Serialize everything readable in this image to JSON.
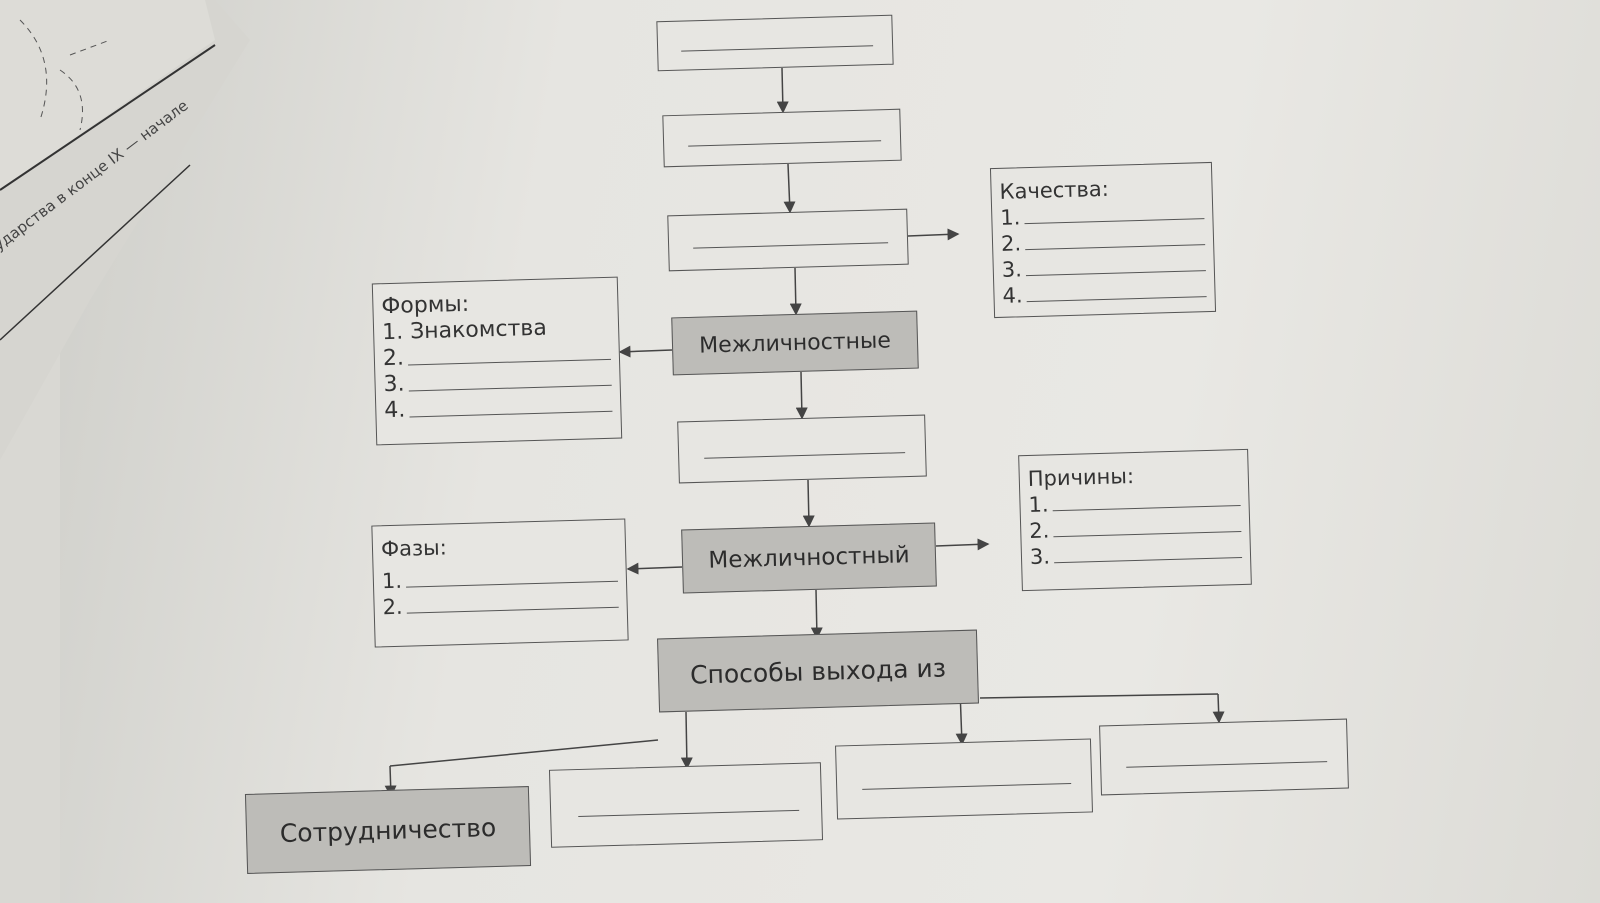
{
  "margin_text": "ударства в конце IX — начале",
  "qualities": {
    "title": "Качества:",
    "items": [
      "1.",
      "2.",
      "3.",
      "4."
    ]
  },
  "forms": {
    "title": "Формы:",
    "items": [
      "1. Знакомства",
      "2.",
      "3.",
      "4."
    ]
  },
  "causes": {
    "title": "Причины:",
    "items": [
      "1.",
      "2.",
      "3."
    ]
  },
  "phases": {
    "title": "Фазы:",
    "items": [
      "1.",
      "2."
    ]
  },
  "nodes": {
    "interpersonal_relations": "Межличностные",
    "interpersonal_conflict": "Межличностный",
    "ways_out": "Способы выхода из",
    "cooperation": "Сотрудничество"
  }
}
